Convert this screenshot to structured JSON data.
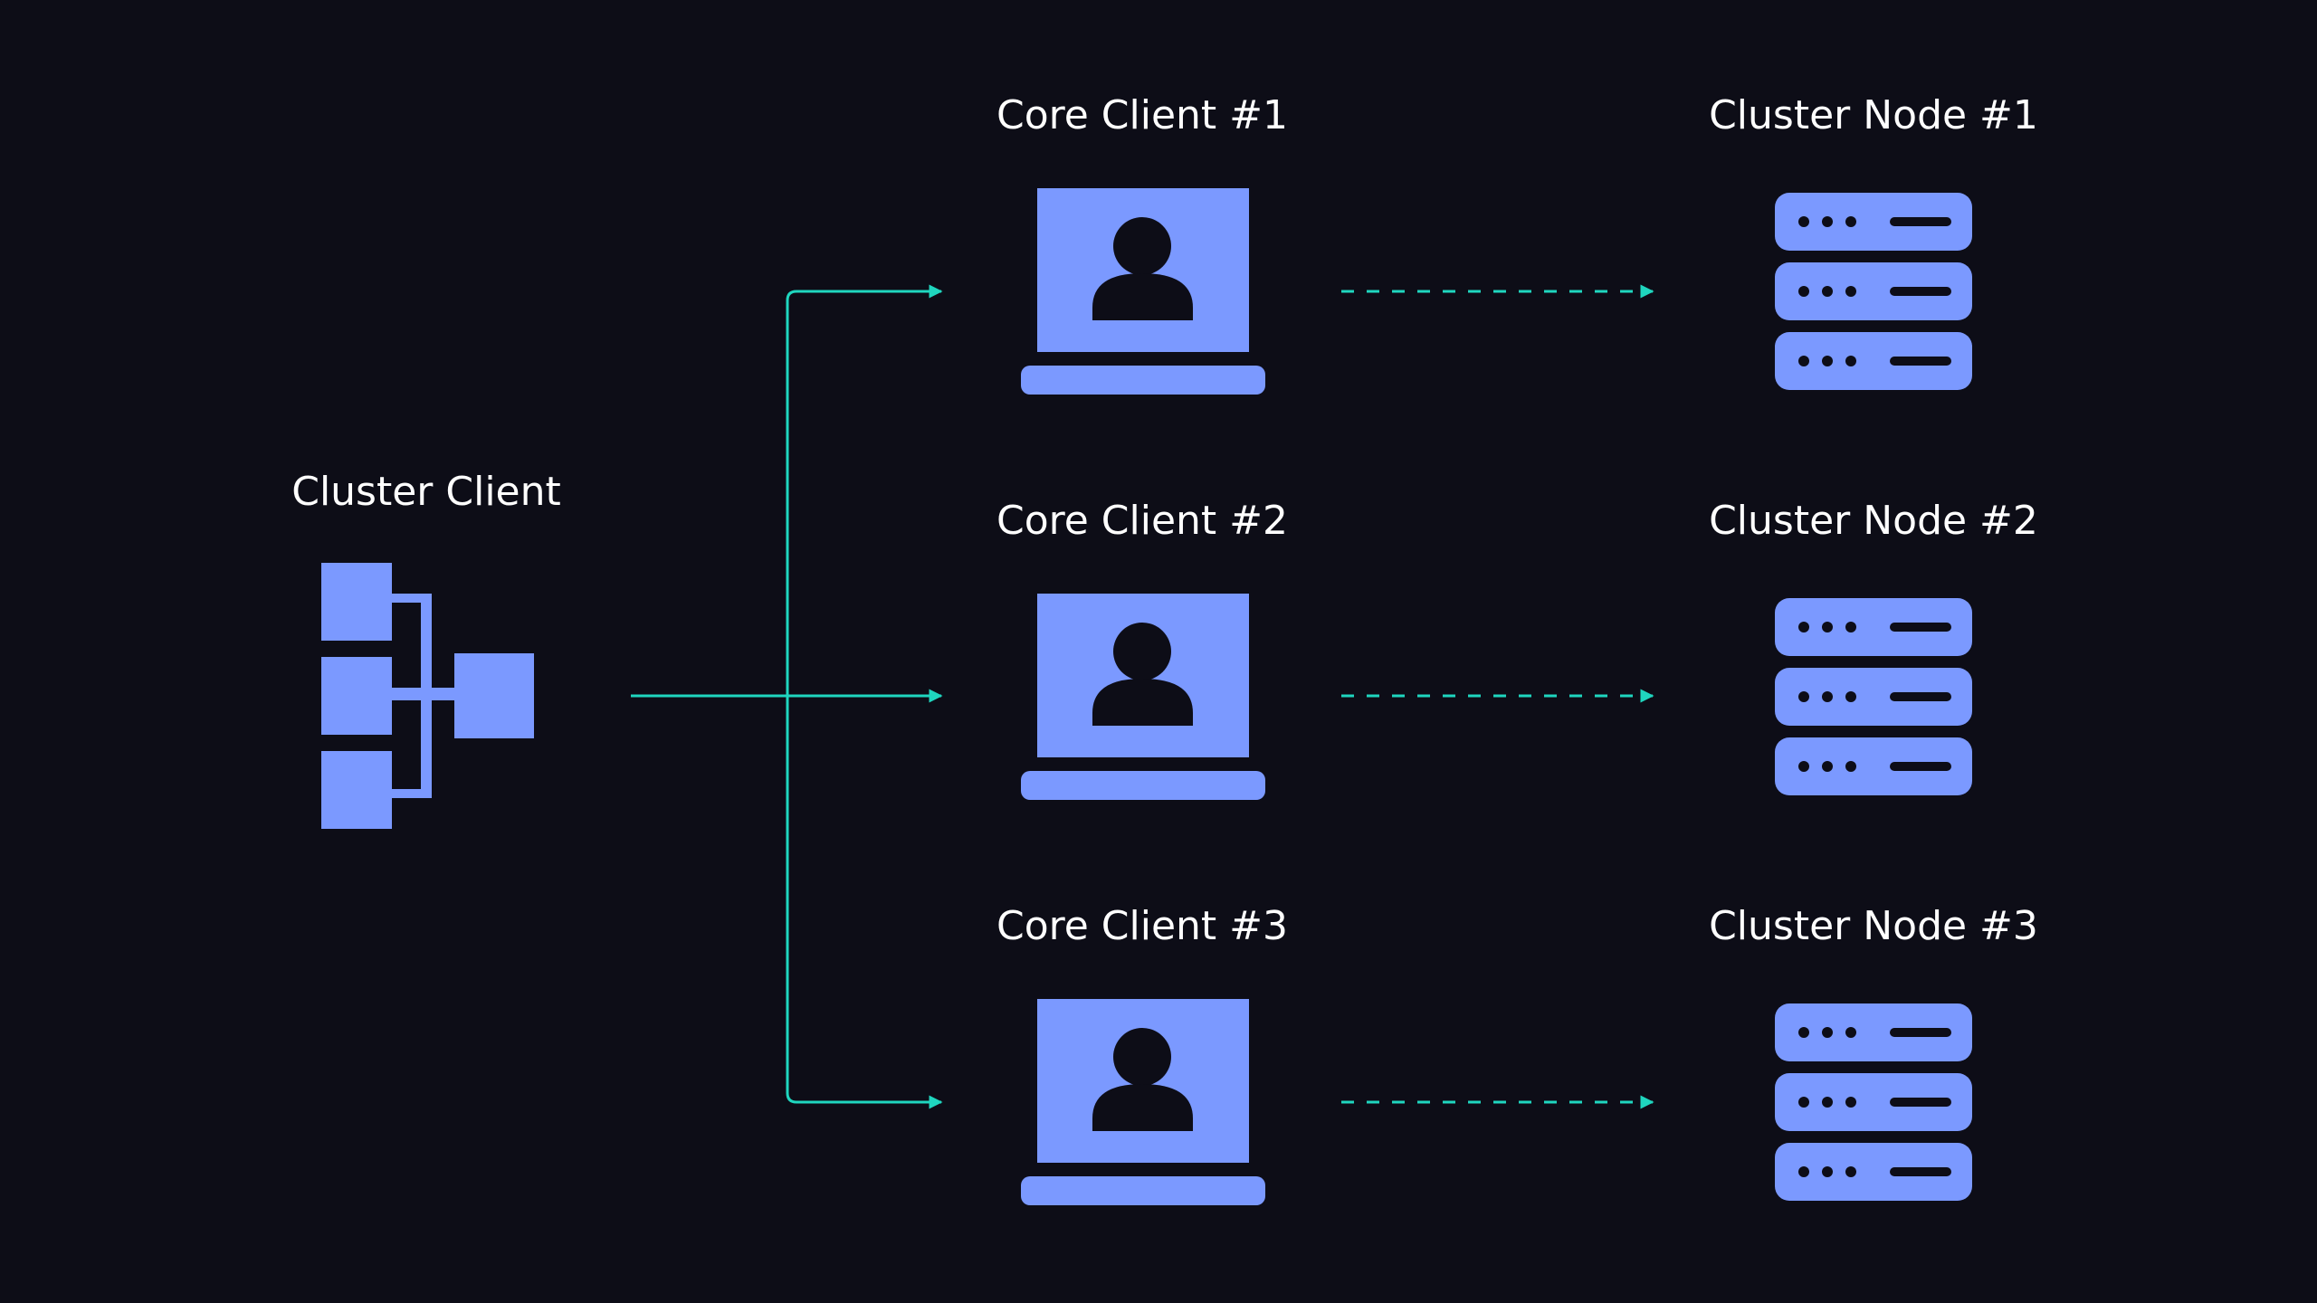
{
  "colors": {
    "background": "#0d0d17",
    "icon": "#7b99ff",
    "connector": "#1fd6bf",
    "text": "#ffffff"
  },
  "cluster_client": {
    "label": "Cluster Client",
    "icon": "network-hierarchy-icon"
  },
  "core_clients": [
    {
      "label": "Core Client #1",
      "icon": "laptop-user-icon"
    },
    {
      "label": "Core Client #2",
      "icon": "laptop-user-icon"
    },
    {
      "label": "Core Client #3",
      "icon": "laptop-user-icon"
    }
  ],
  "cluster_nodes": [
    {
      "label": "Cluster Node #1",
      "icon": "server-stack-icon"
    },
    {
      "label": "Cluster Node #2",
      "icon": "server-stack-icon"
    },
    {
      "label": "Cluster Node #3",
      "icon": "server-stack-icon"
    }
  ],
  "connections": {
    "cluster_to_core": "solid",
    "core_to_node": "dashed"
  }
}
